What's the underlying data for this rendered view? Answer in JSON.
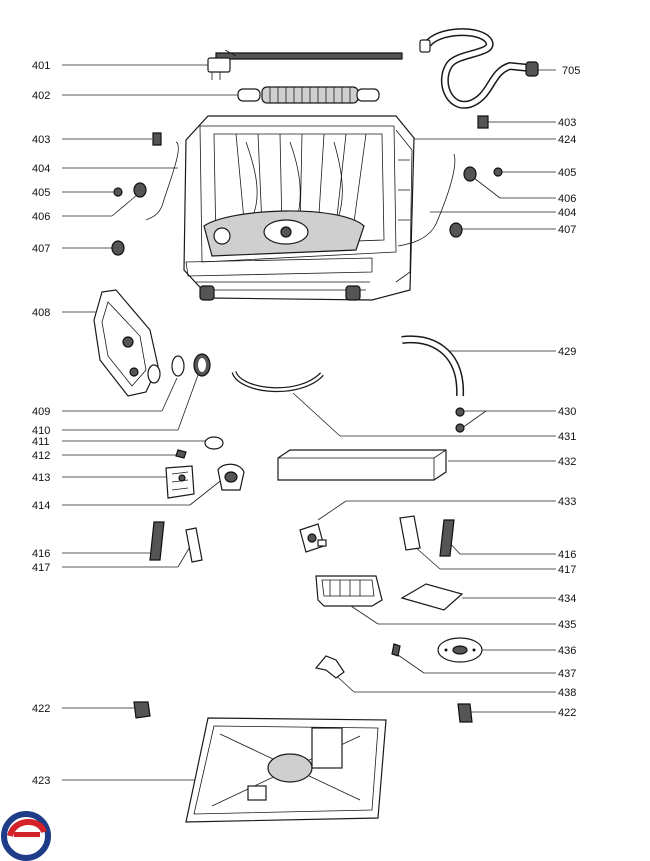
{
  "labels": {
    "l401": "401",
    "l402": "402",
    "l403a": "403",
    "l404a": "404",
    "l405a": "405",
    "l406a": "406",
    "l407a": "407",
    "l408": "408",
    "l409": "409",
    "l410": "410",
    "l411": "411",
    "l412": "412",
    "l413": "413",
    "l414": "414",
    "l416a": "416",
    "l417a": "417",
    "l422a": "422",
    "l423": "423",
    "l705": "705",
    "l403b": "403",
    "l424": "424",
    "l405b": "405",
    "l406b": "406",
    "l404b": "404",
    "l407b": "407",
    "l429": "429",
    "l430": "430",
    "l431": "431",
    "l432": "432",
    "l433": "433",
    "l416b": "416",
    "l417b": "417",
    "l434": "434",
    "l435": "435",
    "l436": "436",
    "l437": "437",
    "l438": "438",
    "l422b": "422"
  },
  "colors": {
    "line": "#222222",
    "logo_red": "#d3222a",
    "logo_blue": "#1f3c88"
  },
  "icons": {
    "logo": "brand-logo-icon"
  }
}
